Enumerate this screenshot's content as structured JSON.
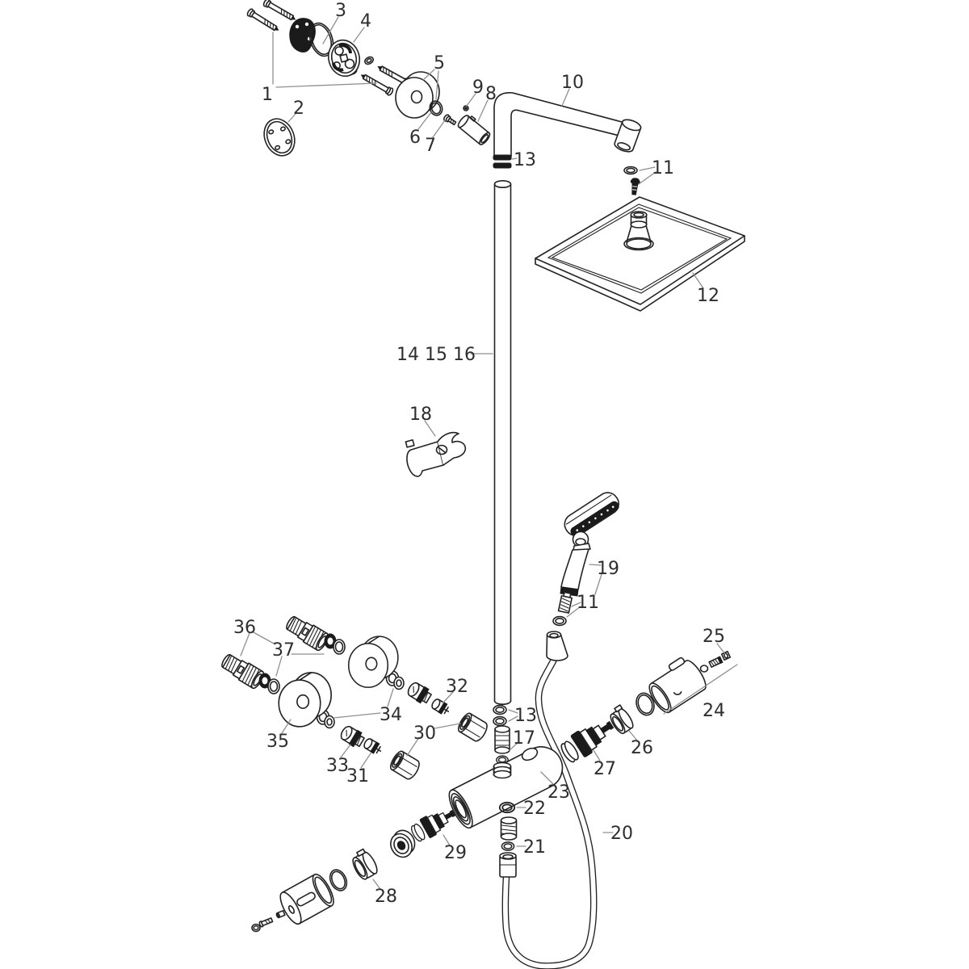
{
  "figure": {
    "type": "exploded-parts-diagram",
    "subject": "shower-system-with-thermostat",
    "background": "#ffffff",
    "line_color": "#222222",
    "leader_color": "#8f8f8f",
    "dark_fill": "#1b1b1b"
  },
  "labels": {
    "n1": "1",
    "n2": "2",
    "n3": "3",
    "n4": "4",
    "n5": "5",
    "n6": "6",
    "n7": "7",
    "n8": "8",
    "n9": "9",
    "n10": "10",
    "n11_top": "11",
    "n11_hand": "11",
    "n12": "12",
    "n13_top": "13",
    "n13_pipe": "13",
    "n14_16": "14 15 16",
    "n17": "17",
    "n18": "18",
    "n19": "19",
    "n20": "20",
    "n21": "21",
    "n22": "22",
    "n23": "23",
    "n24": "24",
    "n25": "25",
    "n26": "26",
    "n27": "27",
    "n28": "28",
    "n29": "29",
    "n30": "30",
    "n31": "31",
    "n32": "32",
    "n33": "33",
    "n34": "34",
    "n35": "35",
    "n36": "36",
    "n37": "37"
  }
}
